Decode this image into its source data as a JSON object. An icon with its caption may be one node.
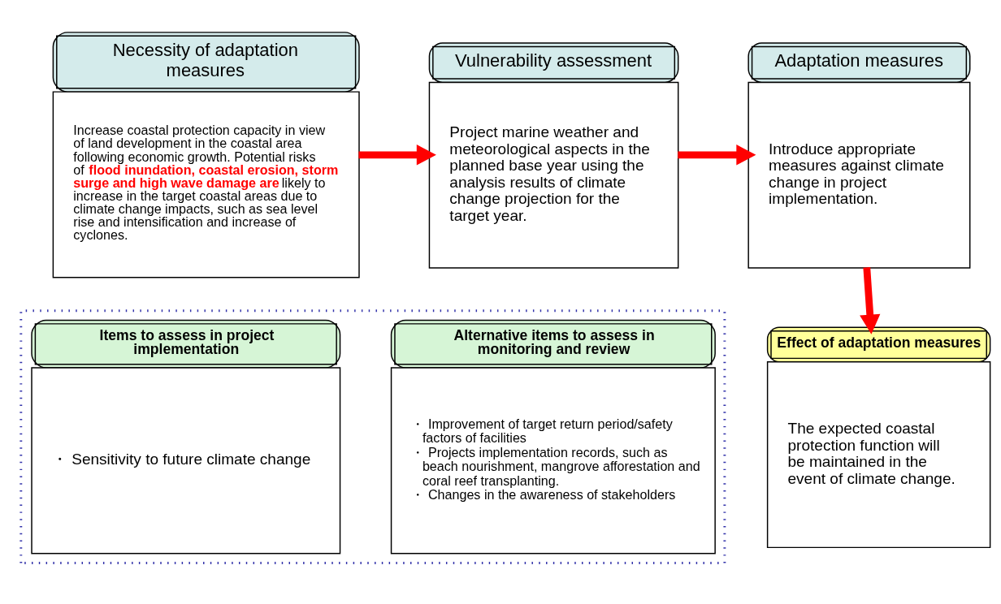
{
  "diagram": {
    "nodes": [
      {
        "text": [
          "Necessity of adaptation measures",
          "Increase coastal protection capacity in view of land development in the coastal area following economic growth. Potential risks of **flood inundation, coastal erosion, storm surge and high wave damage are** likely to increase in the target coastal areas due to climate change impacts, such as sea level rise and intensification and increase of cyclones."
        ]
      },
      {
        "text": [
          "Vulnerability assessment",
          "Project marine weather and meteorological aspects in the planned base year using the analysis results of climate change projection for the target year."
        ]
      },
      {
        "text": [
          "Adaptation measures",
          "Introduce appropriate measures against climate change in project implementation."
        ]
      },
      {
        "text": [],
        "shape": "box"
      },
      {
        "text": [
          "Items to assess in project implementation",
          "・ Sensitivity to future climate change"
        ],
        "in": 3
      },
      {
        "text": [
          "Alternative items to assess in monitoring and review",
          "・ Improvement of target return period/safety factors of facilities",
          "・ Projects implementation records, such as beach nourishment, mangrove afforestation and coral reef transplanting.",
          "・ Changes in the awareness of stakeholders"
        ],
        "in": 3
      },
      {
        "text": [
          "Effect of adaptation measures",
          "The expected coastal protection function will be maintained in the event of climate change."
        ]
      }
    ],
    "edges": [
      {
        "from": 0,
        "to": 1,
        "arrow": "to"
      },
      {
        "from": 1,
        "to": 2,
        "arrow": "to"
      },
      {
        "from": 2,
        "to": 6,
        "arrow": "to"
      }
    ]
  }
}
